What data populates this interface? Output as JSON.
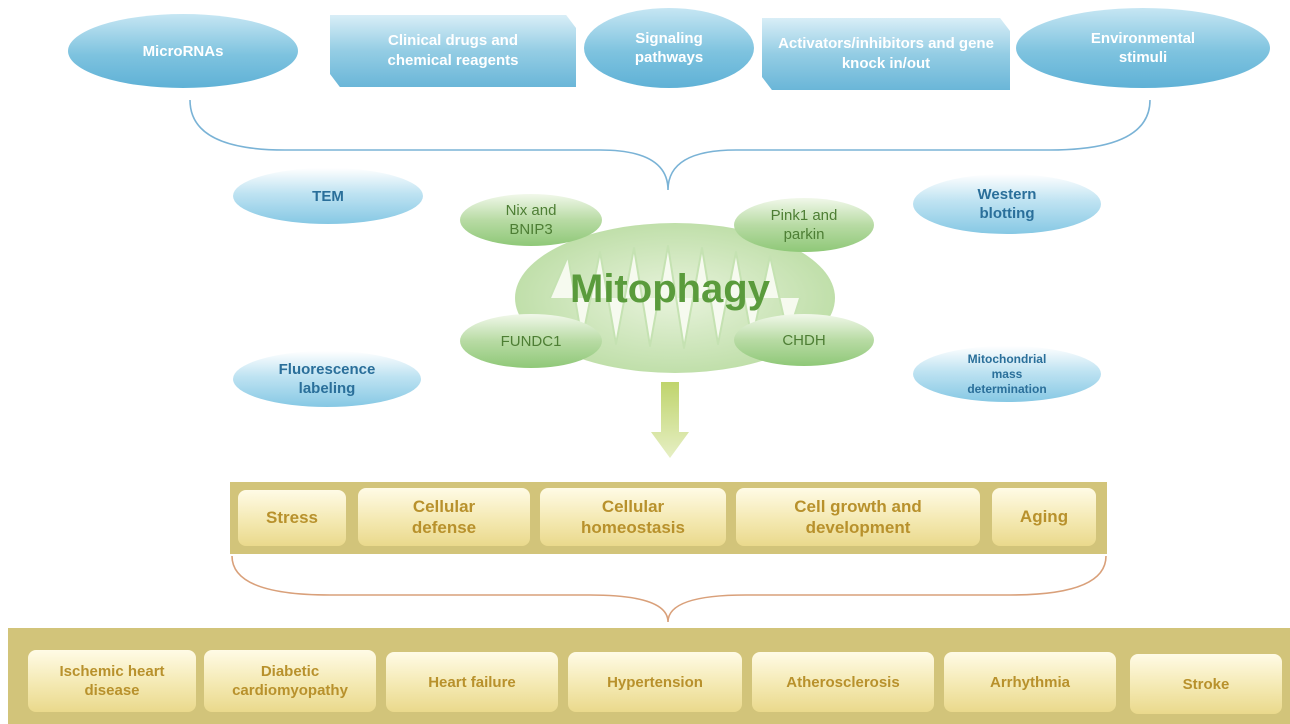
{
  "regulators": {
    "microrna": "MicroRNAs",
    "drugs": "Clinical drugs and chemical reagents",
    "signaling": "Signaling pathways",
    "activators": "Activators/inhibitors and gene knock in/out",
    "environmental": "Environmental stimuli"
  },
  "methods": {
    "tem": "TEM",
    "western": "Western blotting",
    "fluorescence": "Fluorescence labeling",
    "mass": "Mitochondrial mass determination"
  },
  "center": {
    "title": "Mitophagy",
    "nix": "Nix and BNIP3",
    "pink": "Pink1 and parkin",
    "fundc1": "FUNDC1",
    "chdh": "CHDH"
  },
  "functions": [
    "Stress",
    "Cellular defense",
    "Cellular homeostasis",
    "Cell growth and development",
    "Aging"
  ],
  "diseases": [
    "Ischemic heart disease",
    "Diabetic cardiomyopathy",
    "Heart failure",
    "Hypertension",
    "Atherosclerosis",
    "Arrhythmia",
    "Stroke"
  ],
  "colors": {
    "blue": "#7ec3df",
    "green": "#8fc878",
    "gold_band": "#d2c47a",
    "gold_text": "#b8912c",
    "mitophagy_text": "#5a9b3c"
  }
}
